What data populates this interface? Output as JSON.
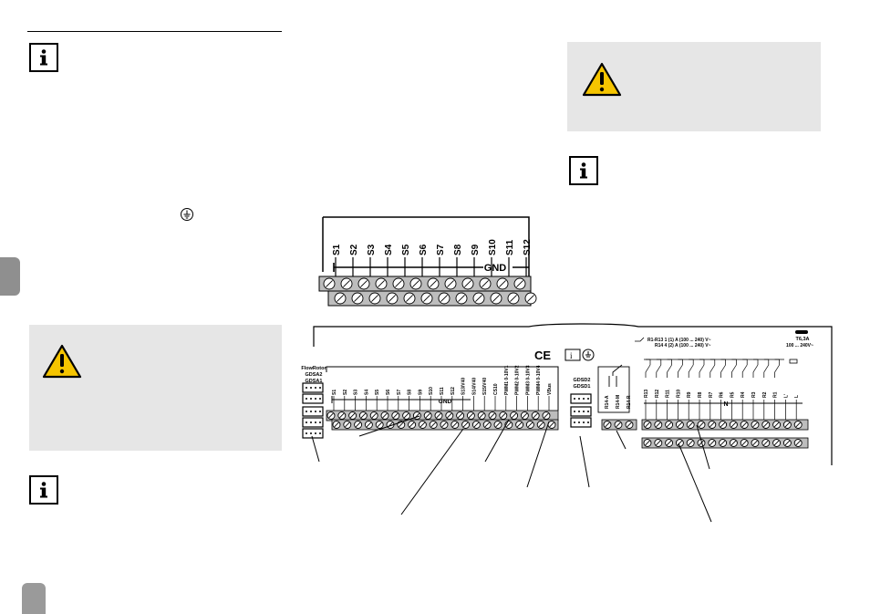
{
  "symbols": {
    "info": "info-icon",
    "warning": "warning-icon",
    "earth": "protective-earth-icon"
  },
  "colors": {
    "warning_fill": "#f5c400",
    "note_box": "#e6e6e6",
    "terminal": "#bdbdbd",
    "side_tab": "#8f8f8f"
  },
  "zoom_detail": {
    "sensors": [
      "S1",
      "S2",
      "S3",
      "S4",
      "S5",
      "S6",
      "S7",
      "S8",
      "S9",
      "S10",
      "S11",
      "S12"
    ],
    "gnd": "GND"
  },
  "board": {
    "flowrotor_title": "FlowRotor",
    "gdsa2": "GDSA2",
    "gdsa1": "GDSA1",
    "sensor_terminals": [
      "S1",
      "S2",
      "S3",
      "S4",
      "S5",
      "S6",
      "S7",
      "S8",
      "S9",
      "S10",
      "S11",
      "S12",
      "S13/V40",
      "S14/V40",
      "S15/V40",
      "CS10",
      "PWM1 0-10V1",
      "PWM2 0-10V2",
      "PWM3 0-10V3",
      "PWM4 0-10V4",
      "VBus"
    ],
    "gnd": "GND",
    "gdsd2": "GDSD2",
    "gdsd1": "GDSD1",
    "relay14": [
      "R14-A",
      "R14-M",
      "R14-R"
    ],
    "relays": [
      "R13",
      "R12",
      "R11",
      "R10",
      "R9",
      "R8",
      "R7",
      "R6",
      "R5",
      "R4",
      "R3",
      "R2",
      "R1",
      "L'",
      "L"
    ],
    "neutral": "N",
    "rating_line1": "R1-R13 1 (1) A (100 ... 240) V~",
    "rating_line2": "R14 4 (2) A (100 ... 240) V~",
    "fuse_rating": "T6,3A",
    "supply_voltage": "100 ... 240V~"
  }
}
